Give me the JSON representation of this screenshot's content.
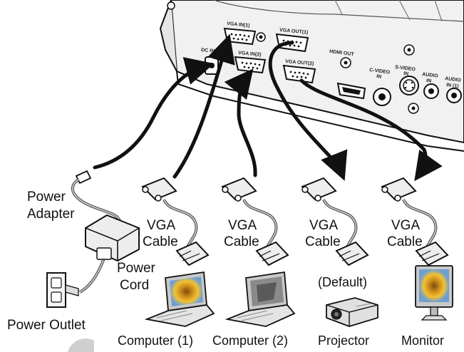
{
  "panel": {
    "ports": {
      "dc_in": "DC IN",
      "vga_in_1": "VGA IN(1)",
      "vga_in_2": "VGA IN(2)",
      "vga_out_1": "VGA OUT(1)",
      "vga_out_2": "VGA OUT(2)",
      "hdmi_out": "HDMI OUT",
      "c_video_in_line1": "C-VIDEO",
      "c_video_in_line2": "IN",
      "s_video_in_line1": "S-VIDEO",
      "s_video_in_line2": "IN",
      "audio_in_line1": "AUDIO",
      "audio_in_line2": "IN",
      "audio_in_1_line1": "AUDIO",
      "audio_in_1_line2": "IN (1)"
    }
  },
  "labels": {
    "power_adapter_line1": "Power",
    "power_adapter_line2": "Adapter",
    "power_cord_line1": "Power",
    "power_cord_line2": "Cord",
    "power_outlet": "Power Outlet",
    "vga_cable_1_line1": "VGA",
    "vga_cable_1_line2": "Cable",
    "vga_cable_2_line1": "VGA",
    "vga_cable_2_line2": "Cable",
    "vga_cable_3_line1": "VGA",
    "vga_cable_3_line2": "Cable",
    "vga_cable_4_line1": "VGA",
    "vga_cable_4_line2": "Cable",
    "default_tag": "(Default)",
    "computer_1": "Computer (1)",
    "computer_2": "Computer (2)",
    "projector": "Projector",
    "monitor": "Monitor"
  },
  "colors": {
    "line": "#111111",
    "device_gray": "#d8d8d8",
    "screen_sky": "#7aa6d6",
    "flower": "#f2c233"
  }
}
